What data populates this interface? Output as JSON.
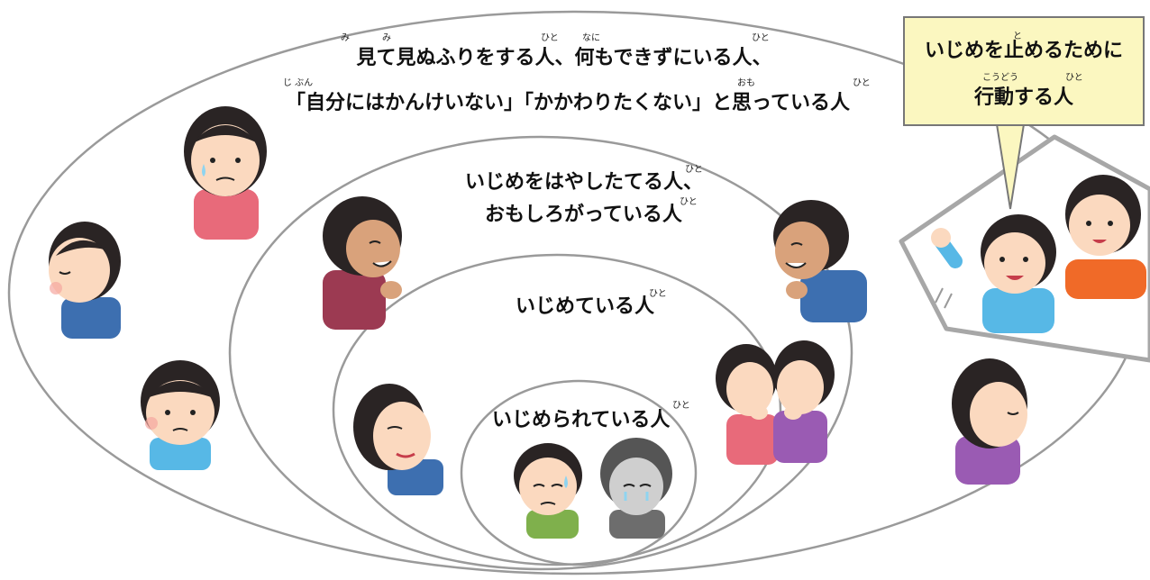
{
  "rings": {
    "outer": {
      "line1": "見て見ぬふりをする人、何もできずにいる人、",
      "line1_ruby": [
        "み",
        "み",
        "ひと",
        "なに",
        "ひと"
      ],
      "line2": "「自分にはかんけいない」「かかわりたくない」と思っている人",
      "line2_ruby": [
        "じ ぶん",
        "おも",
        "ひと"
      ]
    },
    "middle": {
      "line1": "いじめをはやしたてる人、",
      "line2": "おもしろがっている人",
      "ruby": [
        "ひと",
        "ひと"
      ]
    },
    "inner": {
      "label": "いじめている人",
      "ruby": [
        "ひと"
      ]
    },
    "core": {
      "label": "いじめられている人",
      "ruby": [
        "ひと"
      ]
    }
  },
  "callout": {
    "line1": "いじめを止めるために",
    "line1_ruby": [
      "と"
    ],
    "line2": "行動する人",
    "line2_ruby": [
      "こうどう",
      "ひと"
    ]
  },
  "colors": {
    "ring_stroke": "#999999",
    "callout_fill": "#fbf7c0",
    "skin": "#fbd9bf",
    "hair": "#2a2424",
    "shirt_pink": "#e86a7a",
    "shirt_blue": "#3d6fb0",
    "shirt_lightblue": "#57b8e6",
    "shirt_orange": "#f06a28",
    "shirt_purple": "#9a5bb3",
    "shirt_maroon": "#9c3a52",
    "shirt_green": "#7fb04c",
    "shirt_grey": "#6d6d6d"
  }
}
